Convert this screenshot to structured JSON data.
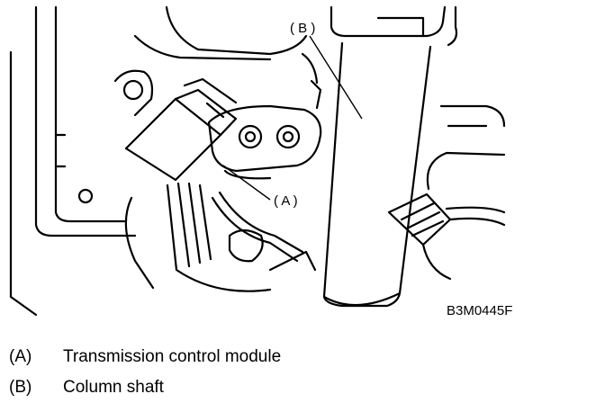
{
  "figure": {
    "callout_a": "( A )",
    "callout_b": "( B )",
    "figure_id": "B3M0445F"
  },
  "legend": [
    {
      "key": "(A)",
      "text": "Transmission control module"
    },
    {
      "key": "(B)",
      "text": "Column shaft"
    }
  ]
}
